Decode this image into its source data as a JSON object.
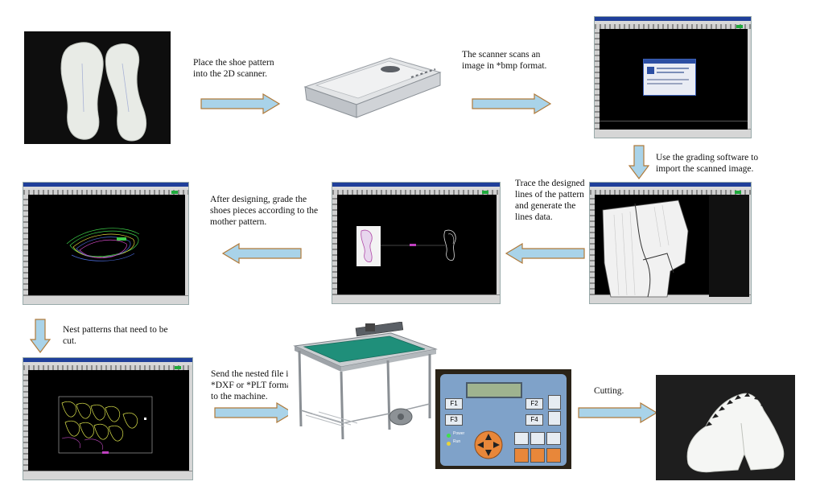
{
  "steps": {
    "s1": "Place the shoe pattern into the 2D scanner.",
    "s2": "The scanner scans an image in *bmp format.",
    "s3": "Use the grading software to import the scanned image.",
    "s4": "Trace the designed lines of the pattern and generate the lines data.",
    "s5": "After designing, grade the shoes pieces according to the mother pattern.",
    "s6": "Nest patterns that need to be cut.",
    "s7": "Send the nested file in *DXF or *PLT formats to the machine.",
    "s8": "Cutting."
  },
  "panel": {
    "key_f1": "F1",
    "key_f2": "F2",
    "key_f3": "F3",
    "key_f4": "F4",
    "led1": "Power",
    "led2": "Run"
  },
  "colors": {
    "arrow_fill": "#a9d3e9",
    "arrow_stroke": "#b07a3a"
  }
}
